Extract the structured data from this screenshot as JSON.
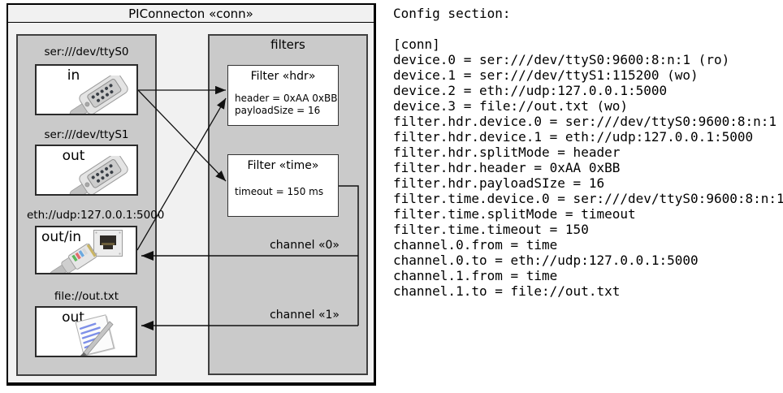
{
  "colors": {
    "diagram_bg": "#f1f1f1",
    "panel_bg": "#cacaca",
    "box_bg": "#ffffff",
    "line": "#111111",
    "text": "#000000"
  },
  "diagram": {
    "title": "PIConnecton «conn»",
    "devices_panel": {
      "devices": [
        {
          "label": "ser:///dev/ttyS0",
          "direction": "in",
          "icon": "serial-connector-icon"
        },
        {
          "label": "ser:///dev/ttyS1",
          "direction": "out",
          "icon": "serial-connector-icon"
        },
        {
          "label": "eth://udp:127.0.0.1:5000",
          "direction": "out/in",
          "icon": "ethernet-connector-icon"
        },
        {
          "label": "file://out.txt",
          "direction": "out",
          "icon": "notepad-icon"
        }
      ]
    },
    "filters_panel": {
      "title": "filters",
      "filters": [
        {
          "title": "Filter «hdr»",
          "properties": [
            "header = 0xAA 0xBB",
            "payloadSize = 16"
          ]
        },
        {
          "title": "Filter «time»",
          "properties": [
            "timeout = 150 ms"
          ]
        }
      ]
    },
    "channels": [
      {
        "label": "channel «0»"
      },
      {
        "label": "channel «1»"
      }
    ]
  },
  "config": {
    "heading": "Config section:",
    "lines": [
      "[conn]",
      "device.0 = ser:///dev/ttyS0:9600:8:n:1 (ro)",
      "device.1 = ser:///dev/ttyS1:115200 (wo)",
      "device.2 = eth://udp:127.0.0.1:5000",
      "device.3 = file://out.txt (wo)",
      "filter.hdr.device.0 = ser:///dev/ttyS0:9600:8:n:1",
      "filter.hdr.device.1 = eth://udp:127.0.0.1:5000",
      "filter.hdr.splitMode = header",
      "filter.hdr.header = 0xAA 0xBB",
      "filter.hdr.payloadSIze = 16",
      "filter.time.device.0 = ser:///dev/ttyS0:9600:8:n:1",
      "filter.time.splitMode = timeout",
      "filter.time.timeout = 150",
      "channel.0.from = time",
      "channel.0.to = eth://udp:127.0.0.1:5000",
      "channel.1.from = time",
      "channel.1.to = file://out.txt"
    ]
  }
}
